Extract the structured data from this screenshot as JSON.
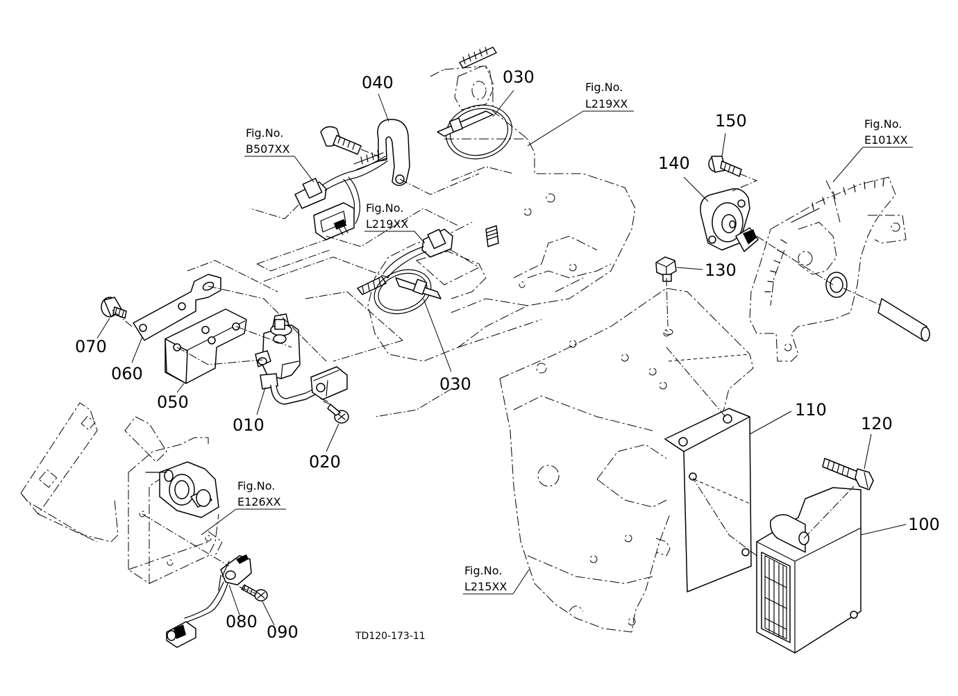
{
  "callouts": {
    "p010": "010",
    "p020": "020",
    "p030a": "030",
    "p030b": "030",
    "p040": "040",
    "p050": "050",
    "p060": "060",
    "p070": "070",
    "p080": "080",
    "p090": "090",
    "p100": "100",
    "p110": "110",
    "p120": "120",
    "p130": "130",
    "p140": "140",
    "p150": "150"
  },
  "figure_refs": {
    "b507": {
      "label": "Fig.No.",
      "code": "B507XX"
    },
    "l219_top": {
      "label": "Fig.No.",
      "code": "L219XX"
    },
    "l219_mid": {
      "label": "Fig.No.",
      "code": "L219XX"
    },
    "e101": {
      "label": "Fig.No.",
      "code": "E101XX"
    },
    "e126": {
      "label": "Fig.No.",
      "code": "E126XX"
    },
    "l215": {
      "label": "Fig.No.",
      "code": "L215XX"
    }
  },
  "drawing_number": "TD120-173-11"
}
